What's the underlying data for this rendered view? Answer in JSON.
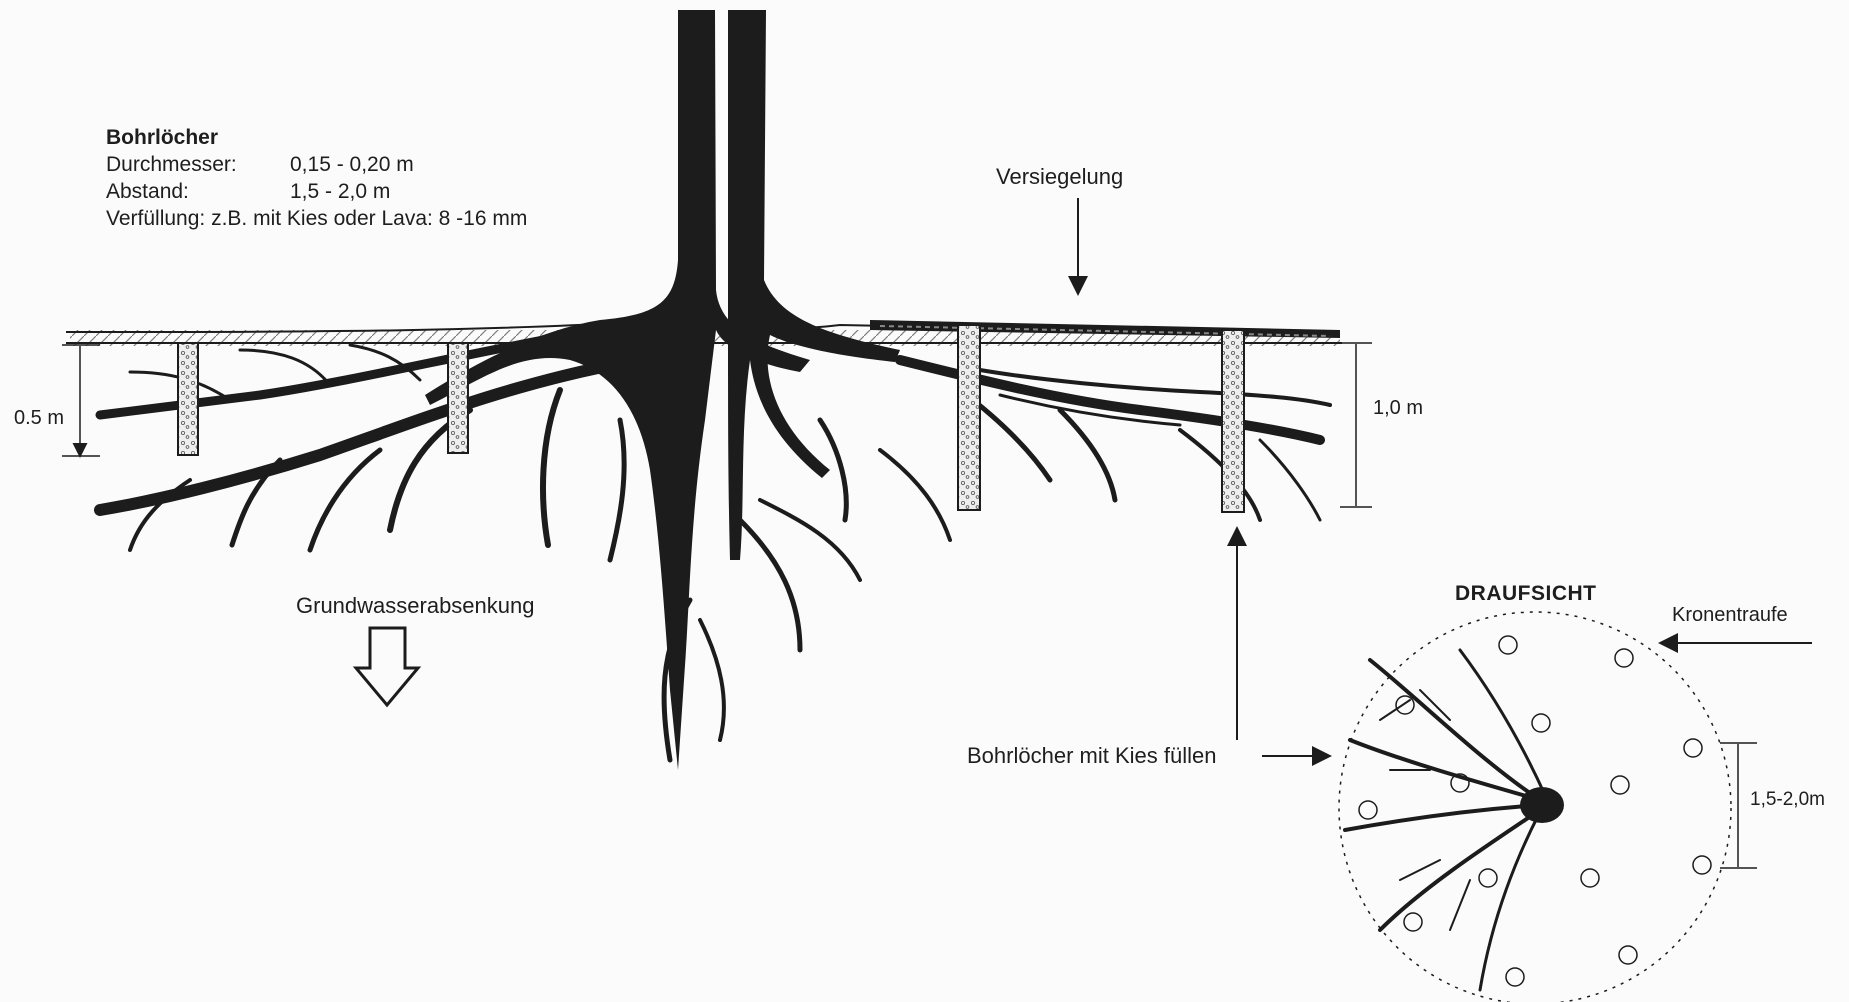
{
  "info": {
    "title": "Bohrlöcher",
    "rows": [
      {
        "key": "Durchmesser:",
        "value": "0,15 - 0,20 m"
      },
      {
        "key": "Abstand:",
        "value": "1,5  -  2,0 m"
      },
      {
        "key": "Verfüllung: z.B. mit Kies oder Lava: 8 -16 mm",
        "value": ""
      }
    ]
  },
  "labels": {
    "versiegelung": "Versiegelung",
    "depth_left": "0.5 m",
    "depth_right": "1,0 m",
    "grundwasser": "Grundwasserabsenkung",
    "bohrloecher_fuellen": "Bohrlöcher mit Kies füllen",
    "draufsicht": "DRAUFSICHT",
    "kronentraufe": "Kronentraufe",
    "spacing": "1,5-2,0m"
  },
  "colors": {
    "ink": "#1c1c1c",
    "paper": "#fbfbfb",
    "gravel": "#e9e9e9"
  }
}
